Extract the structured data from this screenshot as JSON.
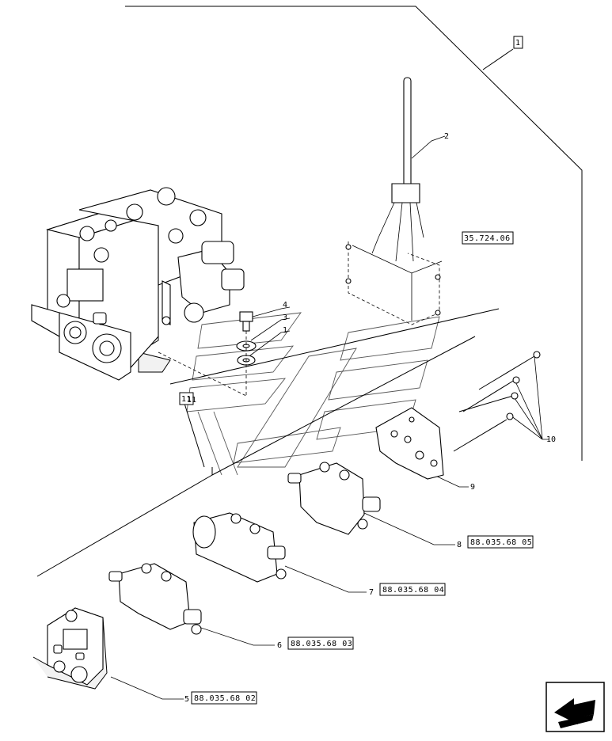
{
  "callouts": {
    "c1": "1",
    "c2": "2",
    "c3": "3",
    "c4": "4",
    "c5": "5",
    "c6": "6",
    "c7": "7",
    "c8": "8",
    "c9": "9",
    "c10": "10",
    "c11": "11"
  },
  "references": {
    "r1": "1",
    "r2": "35.724.06",
    "r3": "88.035.68 05",
    "r4": "88.035.68 04",
    "r5": "88.035.68 03",
    "r6": "88.035.68 02",
    "r7": "11"
  },
  "nav": {
    "icon": "prev-page-arrow-icon"
  }
}
